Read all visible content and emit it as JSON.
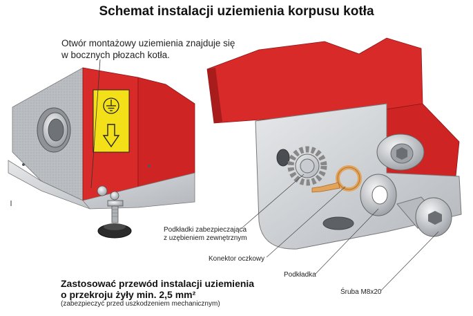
{
  "title": "Schemat instalacji uziemienia korpusu kotła",
  "note": {
    "line1": "Otwór montażowy uziemienia znajduje się",
    "line2": "w bocznych płozach kotła."
  },
  "labels": {
    "washers_line1": "Podkładki zabezpieczająca",
    "washers_line2": "z uzębieniem zewnętrznym",
    "ring_connector": "Konektor oczkowy",
    "washer": "Podkładka",
    "screw": "Śruba M8x20"
  },
  "requirement": {
    "line1": "Zastosować przewód instalacji uziemienia",
    "line2": "o przekroju żyły min. 2,5 mm²",
    "sub": "(zabezpieczyć przed uszkodzeniem mechanicznym)"
  },
  "colors": {
    "boiler_red": "#d92a2a",
    "boiler_red_dark": "#a81c1c",
    "steel_grey": "#c9ccd0",
    "steel_dark": "#8e9297",
    "warning_yellow": "#f4e019",
    "connector_copper": "#e2a35b"
  },
  "icons": [
    "ground-symbol-icon",
    "arrow-down-icon"
  ]
}
